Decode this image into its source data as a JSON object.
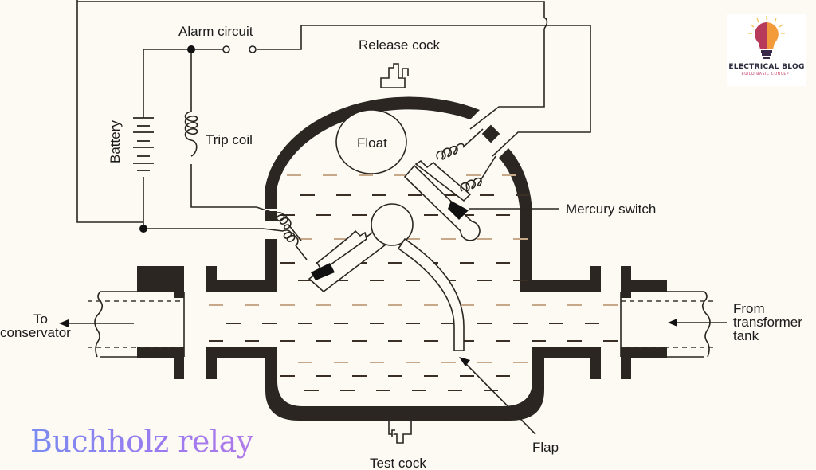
{
  "title": "Buchholz relay",
  "logo": {
    "name": "ELECTRICAL BLOG",
    "tagline": "BUILD BASIC CONCEPT",
    "icon": "lightbulb-brain-icon"
  },
  "labels": {
    "alarm_circuit": "Alarm circuit",
    "release_cock": "Release cock",
    "battery": "Battery",
    "trip_coil": "Trip coil",
    "float": "Float",
    "mercury_switch": "Mercury switch",
    "to_conservator_1": "To",
    "to_conservator_2": "conservator",
    "from_tank_1": "From",
    "from_tank_2": "transformer",
    "from_tank_3": "tank",
    "flap": "Flap",
    "test_cock": "Test cock"
  },
  "colors": {
    "background": "#fdfaf4",
    "wall": "#2b2622",
    "title_gradient_start": "#7a8cf0",
    "title_gradient_end": "#b07ae8",
    "logo_tagline": "#c0305a"
  }
}
